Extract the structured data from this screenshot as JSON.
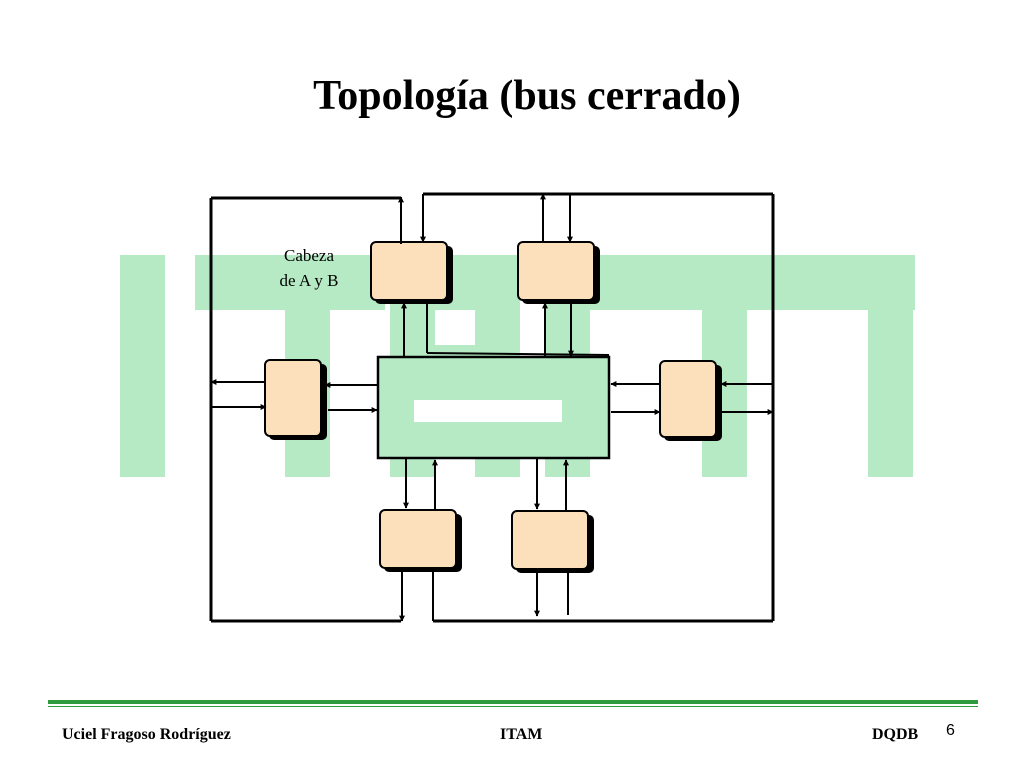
{
  "slide": {
    "title": "Topología (bus cerrado)"
  },
  "watermark": {
    "text": "ITAM",
    "color": "#b5eac4"
  },
  "diagram": {
    "head_label_line1": "Cabeza",
    "head_label_line2": "de A y B",
    "node_fill": "#fbe0bb",
    "bus_fill": "#b5eac4"
  },
  "footer": {
    "author": "Uciel Fragoso Rodríguez",
    "organization": "ITAM",
    "topic": "DQDB",
    "page_number": "6"
  }
}
